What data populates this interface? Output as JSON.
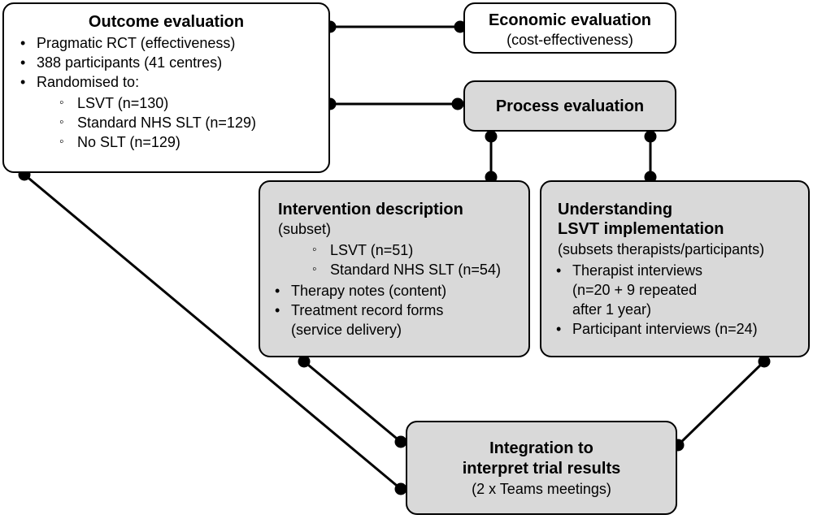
{
  "outcome": {
    "title": "Outcome evaluation",
    "bullets": [
      "Pragmatic RCT (effectiveness)",
      "388 participants (41 centres)",
      "Randomised to:"
    ],
    "subitems": [
      "LSVT (n=130)",
      "Standard NHS SLT (n=129)",
      "No SLT (n=129)"
    ]
  },
  "economic": {
    "title": "Economic evaluation",
    "subtitle": "(cost-effectiveness)"
  },
  "process": {
    "title": "Process evaluation"
  },
  "intervention": {
    "title": "Intervention description",
    "subtitle": "(subset)",
    "subitems": [
      "LSVT (n=51)",
      "Standard NHS SLT (n=54)"
    ],
    "bullets": [
      "Therapy notes (content)",
      "Treatment record forms",
      "(service delivery)"
    ]
  },
  "understanding": {
    "title_line1": "Understanding",
    "title_line2": "LSVT implementation",
    "subtitle": "(subsets therapists/participants)",
    "bullet1": [
      "Therapist interviews",
      "(n=20 + 9 repeated",
      "after 1 year)"
    ],
    "bullet2": "Participant interviews (n=24)"
  },
  "integration": {
    "title_line1": "Integration to",
    "title_line2": "interpret trial results",
    "subtitle": "(2 x Teams meetings)"
  }
}
